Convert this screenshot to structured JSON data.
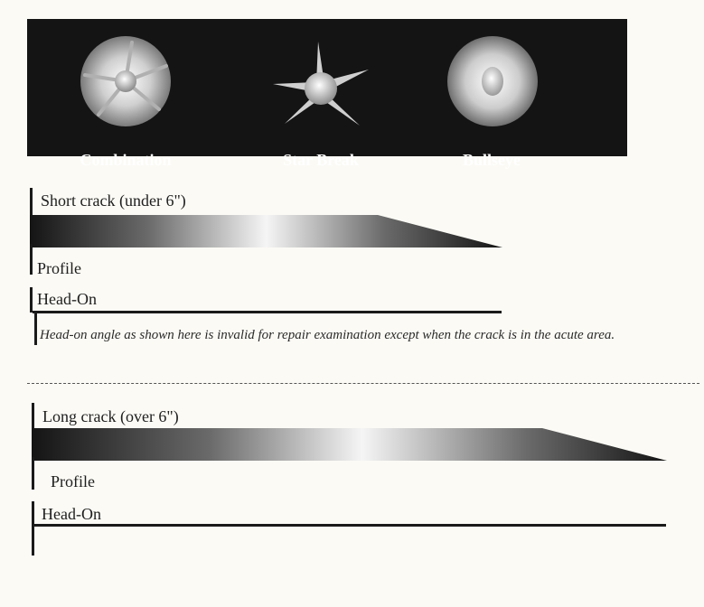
{
  "crack_types": {
    "combination": "Combination",
    "star_break": "Star Break",
    "bullseye": "Bullseye"
  },
  "short_crack": {
    "title": "Short crack (under 6\")",
    "profile_label": "Profile",
    "headon_label": "Head-On",
    "note": "Head-on angle as shown here is invalid for repair examination except when the crack is in the acute area."
  },
  "long_crack": {
    "title": "Long crack (over 6\")",
    "profile_label": "Profile",
    "headon_label": "Head-On"
  }
}
